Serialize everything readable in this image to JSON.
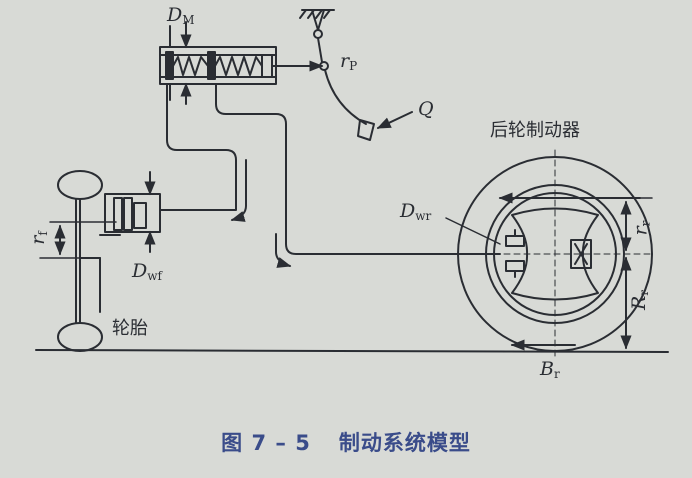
{
  "labels": {
    "dm": {
      "main": "D",
      "sub": "M"
    },
    "rp": {
      "main": "r",
      "sub": "P"
    },
    "q": "Q",
    "rear_brake": "后轮制动器",
    "dwr": {
      "main": "D",
      "sub": "wr"
    },
    "rr_small": {
      "main": "r",
      "sub": "r"
    },
    "rf": {
      "main": "r",
      "sub": "f"
    },
    "dwf": {
      "main": "D",
      "sub": "wf"
    },
    "tire": "轮胎",
    "big_r": {
      "main": "R",
      "sub": "r"
    },
    "br": {
      "main": "B",
      "sub": "r"
    }
  },
  "caption": {
    "number": "图 7 – 5",
    "title": "制动系统模型"
  }
}
